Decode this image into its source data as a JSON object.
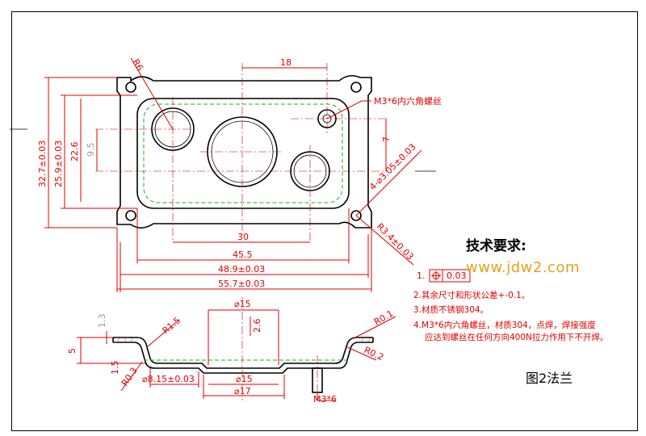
{
  "top_view": {
    "dims": {
      "d_18": "18",
      "d_r6": "R6",
      "d_m3x6_thread": "M3*6内六角螺丝",
      "d_7": "7",
      "d_4holes": "4-⌀3.05±0.03",
      "d_r34": "R3.4±0.03",
      "d_30": "30",
      "d_45_5": "45.5",
      "d_48_9": "48.9±0.03",
      "d_55_7": "55.7±0.03",
      "d_32_7": "32.7±0.03",
      "d_25_9": "25.9±0.03",
      "d_22_6": "22.6",
      "d_9_5": "9.5"
    }
  },
  "section_view": {
    "dims": {
      "d_phi15_top": "⌀15",
      "d_2_6": "2.6",
      "d_1_3": "1.3",
      "d_r1_5": "R1.5",
      "d_r0_1": "R0.1",
      "d_5": "5",
      "d_1_5": "1.5",
      "d_r0_3": "R0.3",
      "d_r0_2": "R0.2",
      "d_phi8_15": "⌀8.15±0.03",
      "d_phi15_bot": "⌀15",
      "d_phi17": "⌀17",
      "d_m3x6": "M3*6"
    }
  },
  "tech_requirements": {
    "title": "技术要求:",
    "item1_prefix": "1.",
    "item1_tol": "0.03",
    "item2": "2.其余尺寸和形状公差+-0.1。",
    "item3": "3.材质不锈钢304。",
    "item4_line1": "4.M3*6内六角螺丝，材质304，点焊，焊接强度",
    "item4_line2": "应达到螺丝在任何方向400N拉力作用下不开焊。"
  },
  "watermark": "www.jdw2.com",
  "figure_caption": "图2法兰"
}
